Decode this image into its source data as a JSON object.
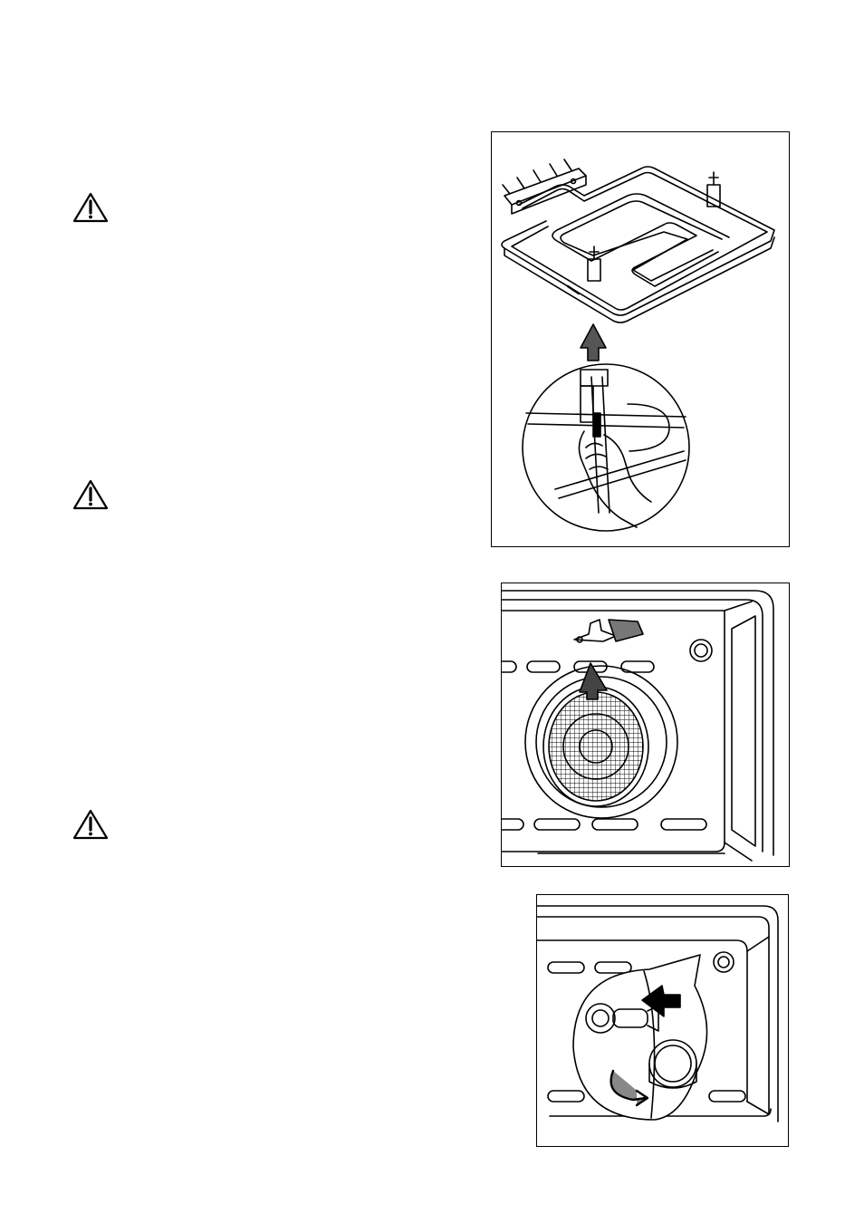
{
  "icons": {
    "warning": "warning-triangle-icon"
  },
  "figures": [
    {
      "id": "grill-element",
      "icon": "grill-heating-element-illustration"
    },
    {
      "id": "fan-filter",
      "icon": "fan-filter-illustration"
    },
    {
      "id": "oven-lamp",
      "icon": "oven-lamp-replacement-illustration"
    }
  ],
  "colors": {
    "ink": "#000000",
    "paper": "#ffffff"
  }
}
